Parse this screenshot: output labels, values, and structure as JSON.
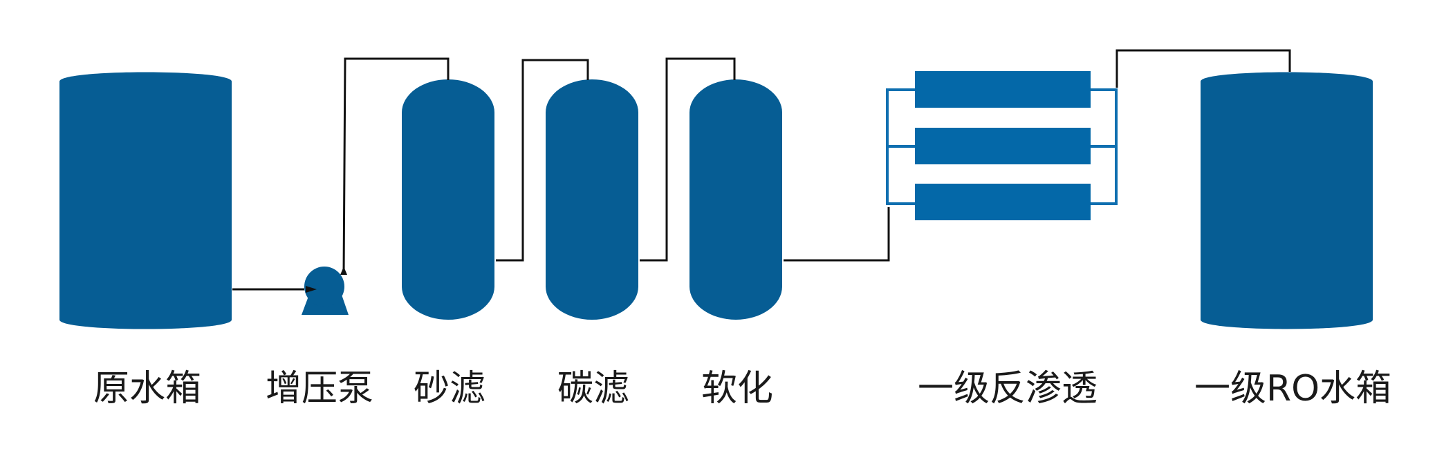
{
  "colors": {
    "equipment": "#065D94",
    "membrane": "#0468A8",
    "pipe": "#111111",
    "manifold": "#0F6FB0",
    "background": "#FFFFFF"
  },
  "labels": {
    "raw_tank": "原水箱",
    "booster_pump": "增压泵",
    "sand_filter": "砂滤",
    "carbon_filter": "碳滤",
    "softener": "软化",
    "ro_stage1": "一级反渗透",
    "ro_tank": "一级RO水箱"
  }
}
